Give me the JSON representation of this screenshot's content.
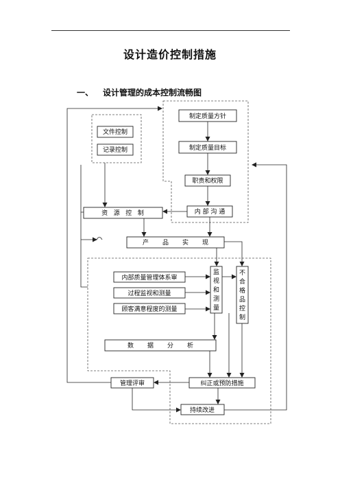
{
  "page": {
    "title": "设计造价控制措施",
    "section_number": "一、",
    "section_title": "设计管理的成本控制流畅图"
  },
  "flowchart": {
    "boxes": {
      "quality_policy": "制定质量方针",
      "quality_objective": "制定质量目标",
      "duties_authority": "职责和权限",
      "internal_comm": "内 部 沟 通",
      "document_control": "文件控制",
      "record_control": "记录控制",
      "resource_control": "资   源   控   制",
      "product_realization": "产       品       实       现",
      "internal_audit": "内部质量管理体系审",
      "process_monitoring": "过程监视和测量",
      "customer_satisfaction": "顾客满意程度的测量",
      "monitor_measure_vertical": "监视和测量",
      "nonconforming_vertical": "不合格品控制",
      "data_analysis": "数       据       分       析",
      "management_review": "管理评审",
      "corrective_preventive": "纠正或预防措施",
      "continual_improvement": "持续改进"
    }
  }
}
